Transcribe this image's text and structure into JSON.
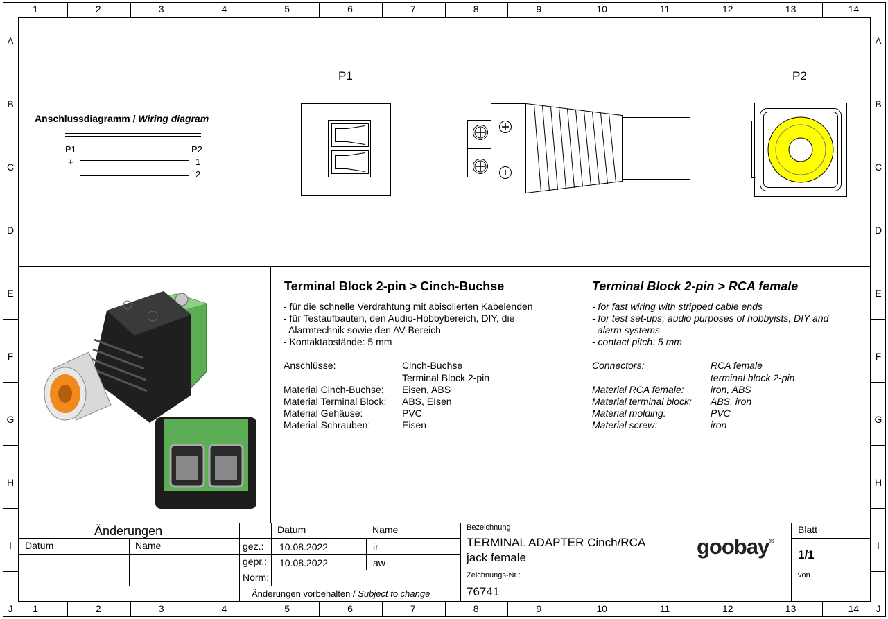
{
  "grid": {
    "columns": [
      "1",
      "2",
      "3",
      "4",
      "5",
      "6",
      "7",
      "8",
      "9",
      "10",
      "11",
      "12",
      "13",
      "14"
    ],
    "rows": [
      "A",
      "B",
      "C",
      "D",
      "E",
      "F",
      "G",
      "H",
      "I",
      "J"
    ]
  },
  "wiring": {
    "title_de": "Anschlussdiagramm /",
    "title_en": "Wiring diagram",
    "p1": "P1",
    "p2": "P2",
    "rows": [
      {
        "left": "+",
        "right": "1"
      },
      {
        "left": "-",
        "right": "2"
      }
    ]
  },
  "views": {
    "p1_label": "P1",
    "p2_label": "P2",
    "plus_symbol": "+",
    "minus_symbol": "-"
  },
  "colors": {
    "rca_yellow": "#ffff00",
    "photo_orange": "#f08a1c",
    "photo_green": "#5cae55"
  },
  "desc_de": {
    "title": "Terminal Block 2-pin > Cinch-Buchse",
    "bullets": [
      "- für die schnelle Verdrahtung mit abisolierten Kabelenden",
      "- für Testaufbauten, den Audio-Hobbybereich, DIY, die",
      "  Alarmtechnik sowie den AV-Bereich",
      "- Kontaktabstände: 5 mm"
    ],
    "specs": [
      {
        "label": "Anschlüsse:",
        "value": "Cinch-Buchse"
      },
      {
        "label": "",
        "value": "Terminal Block 2-pin"
      },
      {
        "label": "Material Cinch-Buchse:",
        "value": "Eisen, ABS"
      },
      {
        "label": "Material Terminal Block:",
        "value": "ABS, EIsen"
      },
      {
        "label": "Material Gehäuse:",
        "value": "PVC"
      },
      {
        "label": "Material Schrauben:",
        "value": "Eisen"
      }
    ]
  },
  "desc_en": {
    "title": "Terminal Block 2-pin > RCA female",
    "bullets": [
      "- for fast wiring with stripped cable ends",
      "- for test set-ups, audio purposes of hobbyists, DIY and",
      "  alarm systems",
      "- contact pitch: 5 mm"
    ],
    "specs": [
      {
        "label": "Connectors:",
        "value": "RCA female"
      },
      {
        "label": "",
        "value": "terminal block 2-pin"
      },
      {
        "label": "Material RCA female:",
        "value": "iron, ABS"
      },
      {
        "label": "Material terminal block:",
        "value": "ABS, iron"
      },
      {
        "label": "Material molding:",
        "value": "PVC"
      },
      {
        "label": "Material screw:",
        "value": "iron"
      }
    ]
  },
  "title_block": {
    "changes_header": "Änderungen",
    "changes_date": "Datum",
    "changes_name": "Name",
    "col_date": "Datum",
    "col_name": "Name",
    "gez_label": "gez.:",
    "gez_date": "10.08.2022",
    "gez_name": "ir",
    "gepr_label": "gepr.:",
    "gepr_date": "10.08.2022",
    "gepr_name": "aw",
    "norm_label": "Norm:",
    "disclaimer_de": "Änderungen vorbehalten /",
    "disclaimer_en": "Subject to change",
    "designation_label": "Bezeichnung",
    "designation_line1": "TERMINAL ADAPTER Cinch/RCA",
    "designation_line2": "jack female",
    "drawing_no_label": "Zeichnungs-Nr.:",
    "drawing_no": "76741",
    "brand": "goobay",
    "brand_reg": "®",
    "sheet_label": "Blatt",
    "sheet_value": "1/1",
    "of_label": "von"
  }
}
